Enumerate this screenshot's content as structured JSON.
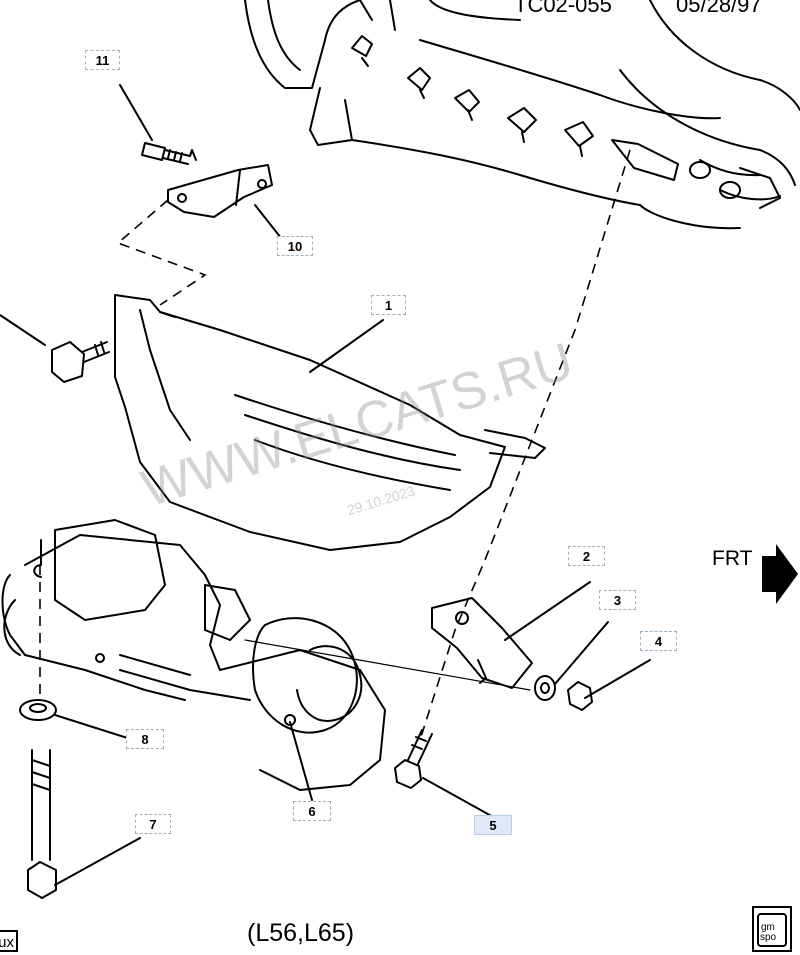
{
  "header": {
    "code": "TC02-055",
    "date": "05/28/97"
  },
  "watermark": {
    "site": "WWW.ELCATS.RU",
    "date": "29.10.2023"
  },
  "direction_label": "FRT",
  "config_label": "(L56,L65)",
  "corner_box": "ux",
  "logo_text": [
    "gm",
    "spo"
  ],
  "callouts": [
    {
      "id": "11",
      "label": "11"
    },
    {
      "id": "10",
      "label": "10"
    },
    {
      "id": "1",
      "label": "1"
    },
    {
      "id": "2",
      "label": "2"
    },
    {
      "id": "3",
      "label": "3"
    },
    {
      "id": "4",
      "label": "4"
    },
    {
      "id": "5",
      "label": "5",
      "highlighted": true
    },
    {
      "id": "6",
      "label": "6"
    },
    {
      "id": "7",
      "label": "7"
    },
    {
      "id": "8",
      "label": "8"
    }
  ]
}
